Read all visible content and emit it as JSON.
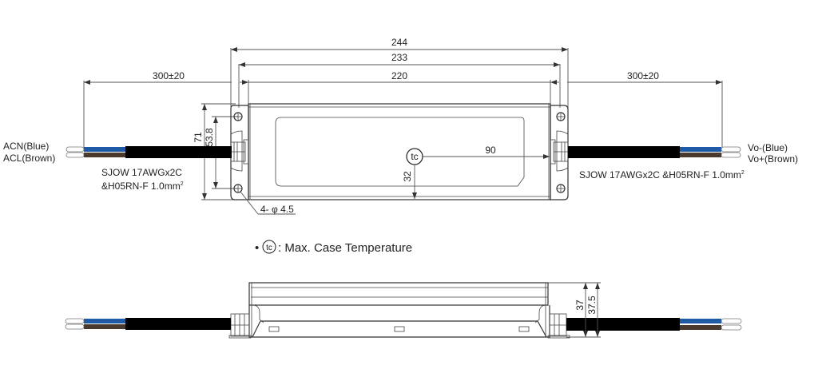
{
  "drawing": {
    "title": "LED driver mechanical outline",
    "top_view": {
      "dimensions": {
        "overall_length": "244",
        "mounting_length": "233",
        "body_length": "220",
        "cable_left": "300±20",
        "cable_right": "300±20",
        "overall_width": "71",
        "hole_spacing": "53.8",
        "tc_from_edge": "90",
        "tc_from_bottom": "32",
        "holes": "4- φ 4.5"
      },
      "input_cable": {
        "wire1": "ACN(Blue)",
        "wire2": "ACL(Brown)",
        "spec_line1": "SJOW 17AWGx2C",
        "spec_line2": "&H05RN-F 1.0mm",
        "spec_sup": "2"
      },
      "output_cable": {
        "wire1": "Vo-(Blue)",
        "wire2": "Vo+(Brown)",
        "spec": "SJOW 17AWGx2C &H05RN-F 1.0mm",
        "spec_sup": "2"
      },
      "tc_symbol": "tc"
    },
    "legend": {
      "bullet": "•",
      "symbol": "tc",
      "text": ": Max. Case Temperature"
    },
    "side_view": {
      "dimensions": {
        "height": "37",
        "height_total": "37.5"
      }
    },
    "colors": {
      "wire_blue": "#1f5aa6",
      "wire_brown": "#4a3a2e",
      "cable_black": "#000000",
      "line": "#333333"
    }
  }
}
